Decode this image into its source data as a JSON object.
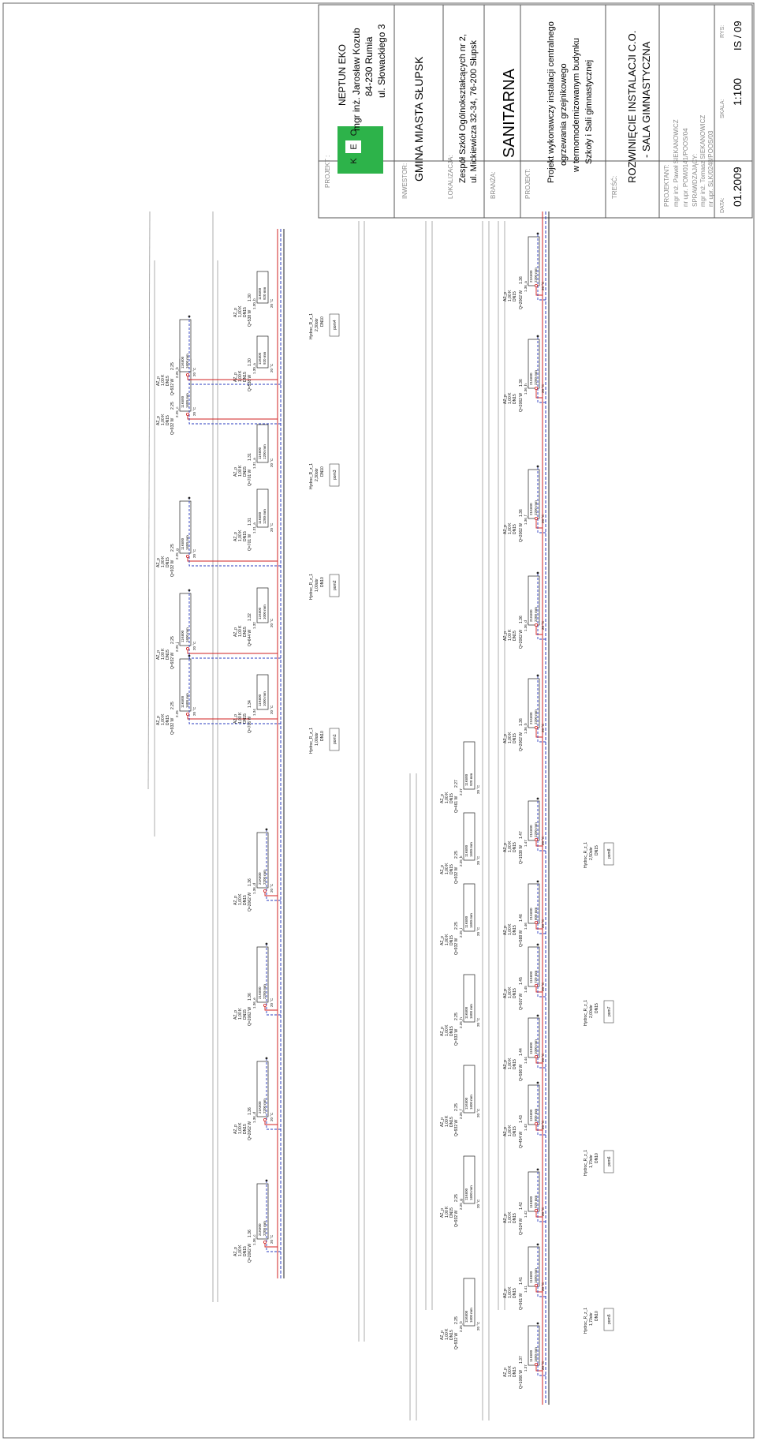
{
  "title_block": {
    "company_name": "NEPTUN EKO",
    "company_person": "mgr inż. Jarosław Kozub",
    "company_postcode": "84-230 Rumia",
    "company_street": "ul. Słowackiego 3",
    "logo_letters": [
      "E",
      "K",
      "O"
    ],
    "projekt_label": "PROJEKT :",
    "inwestor_label": "INWESTOR:",
    "inwestor": "GMINA MIASTA SŁUPSK",
    "lokalizacja_label": "LOKALIZACJA:",
    "lokalizacja_1": "Zespół Szkół Ogólnokształcących nr 2,",
    "lokalizacja_2": "ul. Mickiewicza 32-34, 76-200 Słupsk",
    "branza_label": "BRANŻA:",
    "branza": "SANITARNA",
    "projekt2_label": "PROJEKT:",
    "projekt_1": "Projekt wykonawczy instalacji centralnego",
    "projekt_2": "ogrzewania grzejnikowego",
    "projekt_3": "w termomodernizowanym budynku",
    "projekt_4": "Szkoły i Sali gimnastycznej",
    "tresc_label": "TREŚĆ:",
    "tresc_1": "ROZWINIĘCIE INSTALACJI C.O.",
    "tresc_2": "- SALA GIMNASTYCZNA",
    "projektant_label": "PROJEKTANT:",
    "projektant_1": "mgr inż. Paweł SIEKANOWICZ",
    "projektant_2": "nr upr. POM/0141/POOS/04",
    "sprawdzajacy_label": "SPRAWDZAJĄCY:",
    "sprawdzajacy_1": "mgr inż. Tomasz SIEKANOWICZ",
    "sprawdzajacy_2": "nr upr. SLK/0248/POOS/03",
    "data_label": "DATA:",
    "data": "01.2009",
    "skala_label": "SKALA:",
    "skala": "1:100",
    "rys_label": "RYS:",
    "rys": "IS / 09"
  },
  "colors": {
    "supply": "#d22020",
    "return": "#2a3bbf",
    "line": "#222222",
    "logo_green": "#2db34a"
  },
  "valves": [
    {
      "name": "Hydroc_R_z_1",
      "setting": "1,00obr",
      "dn": "DN10",
      "room": "pom1"
    },
    {
      "name": "Hydroc_R_z_1",
      "setting": "1,00obr",
      "dn": "DN10",
      "room": "pom2"
    },
    {
      "name": "Hydroc_R_z_1",
      "setting": "2,30obr",
      "dn": "DN10",
      "room": "pom3"
    },
    {
      "name": "Hydroc_R_z_1",
      "setting": "2,30obr",
      "dn": "DN10",
      "room": "pom4"
    },
    {
      "name": "Hydroc_R_z_1",
      "setting": "1,70obr",
      "dn": "DN10",
      "room": "pom5"
    },
    {
      "name": "Hydroc_R_z_1",
      "setting": "1,70obr",
      "dn": "DN10",
      "room": "pom6"
    },
    {
      "name": "Hydroc_R_z_1",
      "setting": "2,00obr",
      "dn": "DN15",
      "room": "pom7"
    },
    {
      "name": "Hydroc_R_z_1",
      "setting": "2,50obr",
      "dn": "DN15",
      "room": "pom8"
    }
  ],
  "vent": {
    "name": "AZ_p",
    "k": "1,00 K",
    "dn": "DN15"
  },
  "radiator_types": [
    {
      "id": "2.25",
      "q": "Q=932 W",
      "type": "11K600",
      "len": "1600 mm",
      "t": "20 °C"
    },
    {
      "id": "1.34",
      "q": "Q=706 W",
      "type": "11K600",
      "len": "1000 mm",
      "t": "20 °C"
    },
    {
      "id": "1.32",
      "q": "Q=644 W",
      "type": "11K600",
      "len": "1000 mm",
      "t": "20 °C"
    },
    {
      "id": "1.31",
      "q": "Q=701 W",
      "type": "11K600",
      "len": "1200 mm",
      "t": "20 °C"
    },
    {
      "id": "1.30",
      "q": "Q=538 W",
      "type": "11K600",
      "len": "920 mm",
      "t": "20 °C"
    },
    {
      "id": "1.36",
      "q": "Q=2062 W",
      "type": "21K600",
      "len": "2200 mm",
      "t": "20 °C"
    },
    {
      "id": "1.41",
      "q": "Q=961 W",
      "type": "11K600",
      "len": "1600 mm",
      "t": "20 °C"
    },
    {
      "id": "1.42",
      "q": "Q=524 W",
      "type": "11K600",
      "len": "920 mm",
      "t": "20 °C"
    },
    {
      "id": "1.43",
      "q": "Q=454 W",
      "type": "11K600",
      "len": "800 mm",
      "t": "20 °C"
    },
    {
      "id": "1.44",
      "q": "Q=596 W",
      "type": "11K600",
      "len": "1000 mm",
      "t": "20 °C"
    },
    {
      "id": "1.45",
      "q": "Q=507 W",
      "type": "11K600",
      "len": "720 mm",
      "t": "20 °C"
    },
    {
      "id": "1.46",
      "q": "Q=588 W",
      "type": "21K600",
      "len": "600 mm",
      "t": "20 °C"
    },
    {
      "id": "1.47",
      "q": "Q=1538 W",
      "type": "21K600",
      "len": "2200 mm",
      "t": "20 °C"
    },
    {
      "id": "2.27",
      "q": "Q=461 W",
      "type": "11K600",
      "len": "920 mm",
      "t": "20 °C"
    },
    {
      "id": "1.37",
      "q": "Q=1066 W",
      "type": "11K600",
      "len": "1600 mm",
      "t": "20 °C"
    }
  ]
}
